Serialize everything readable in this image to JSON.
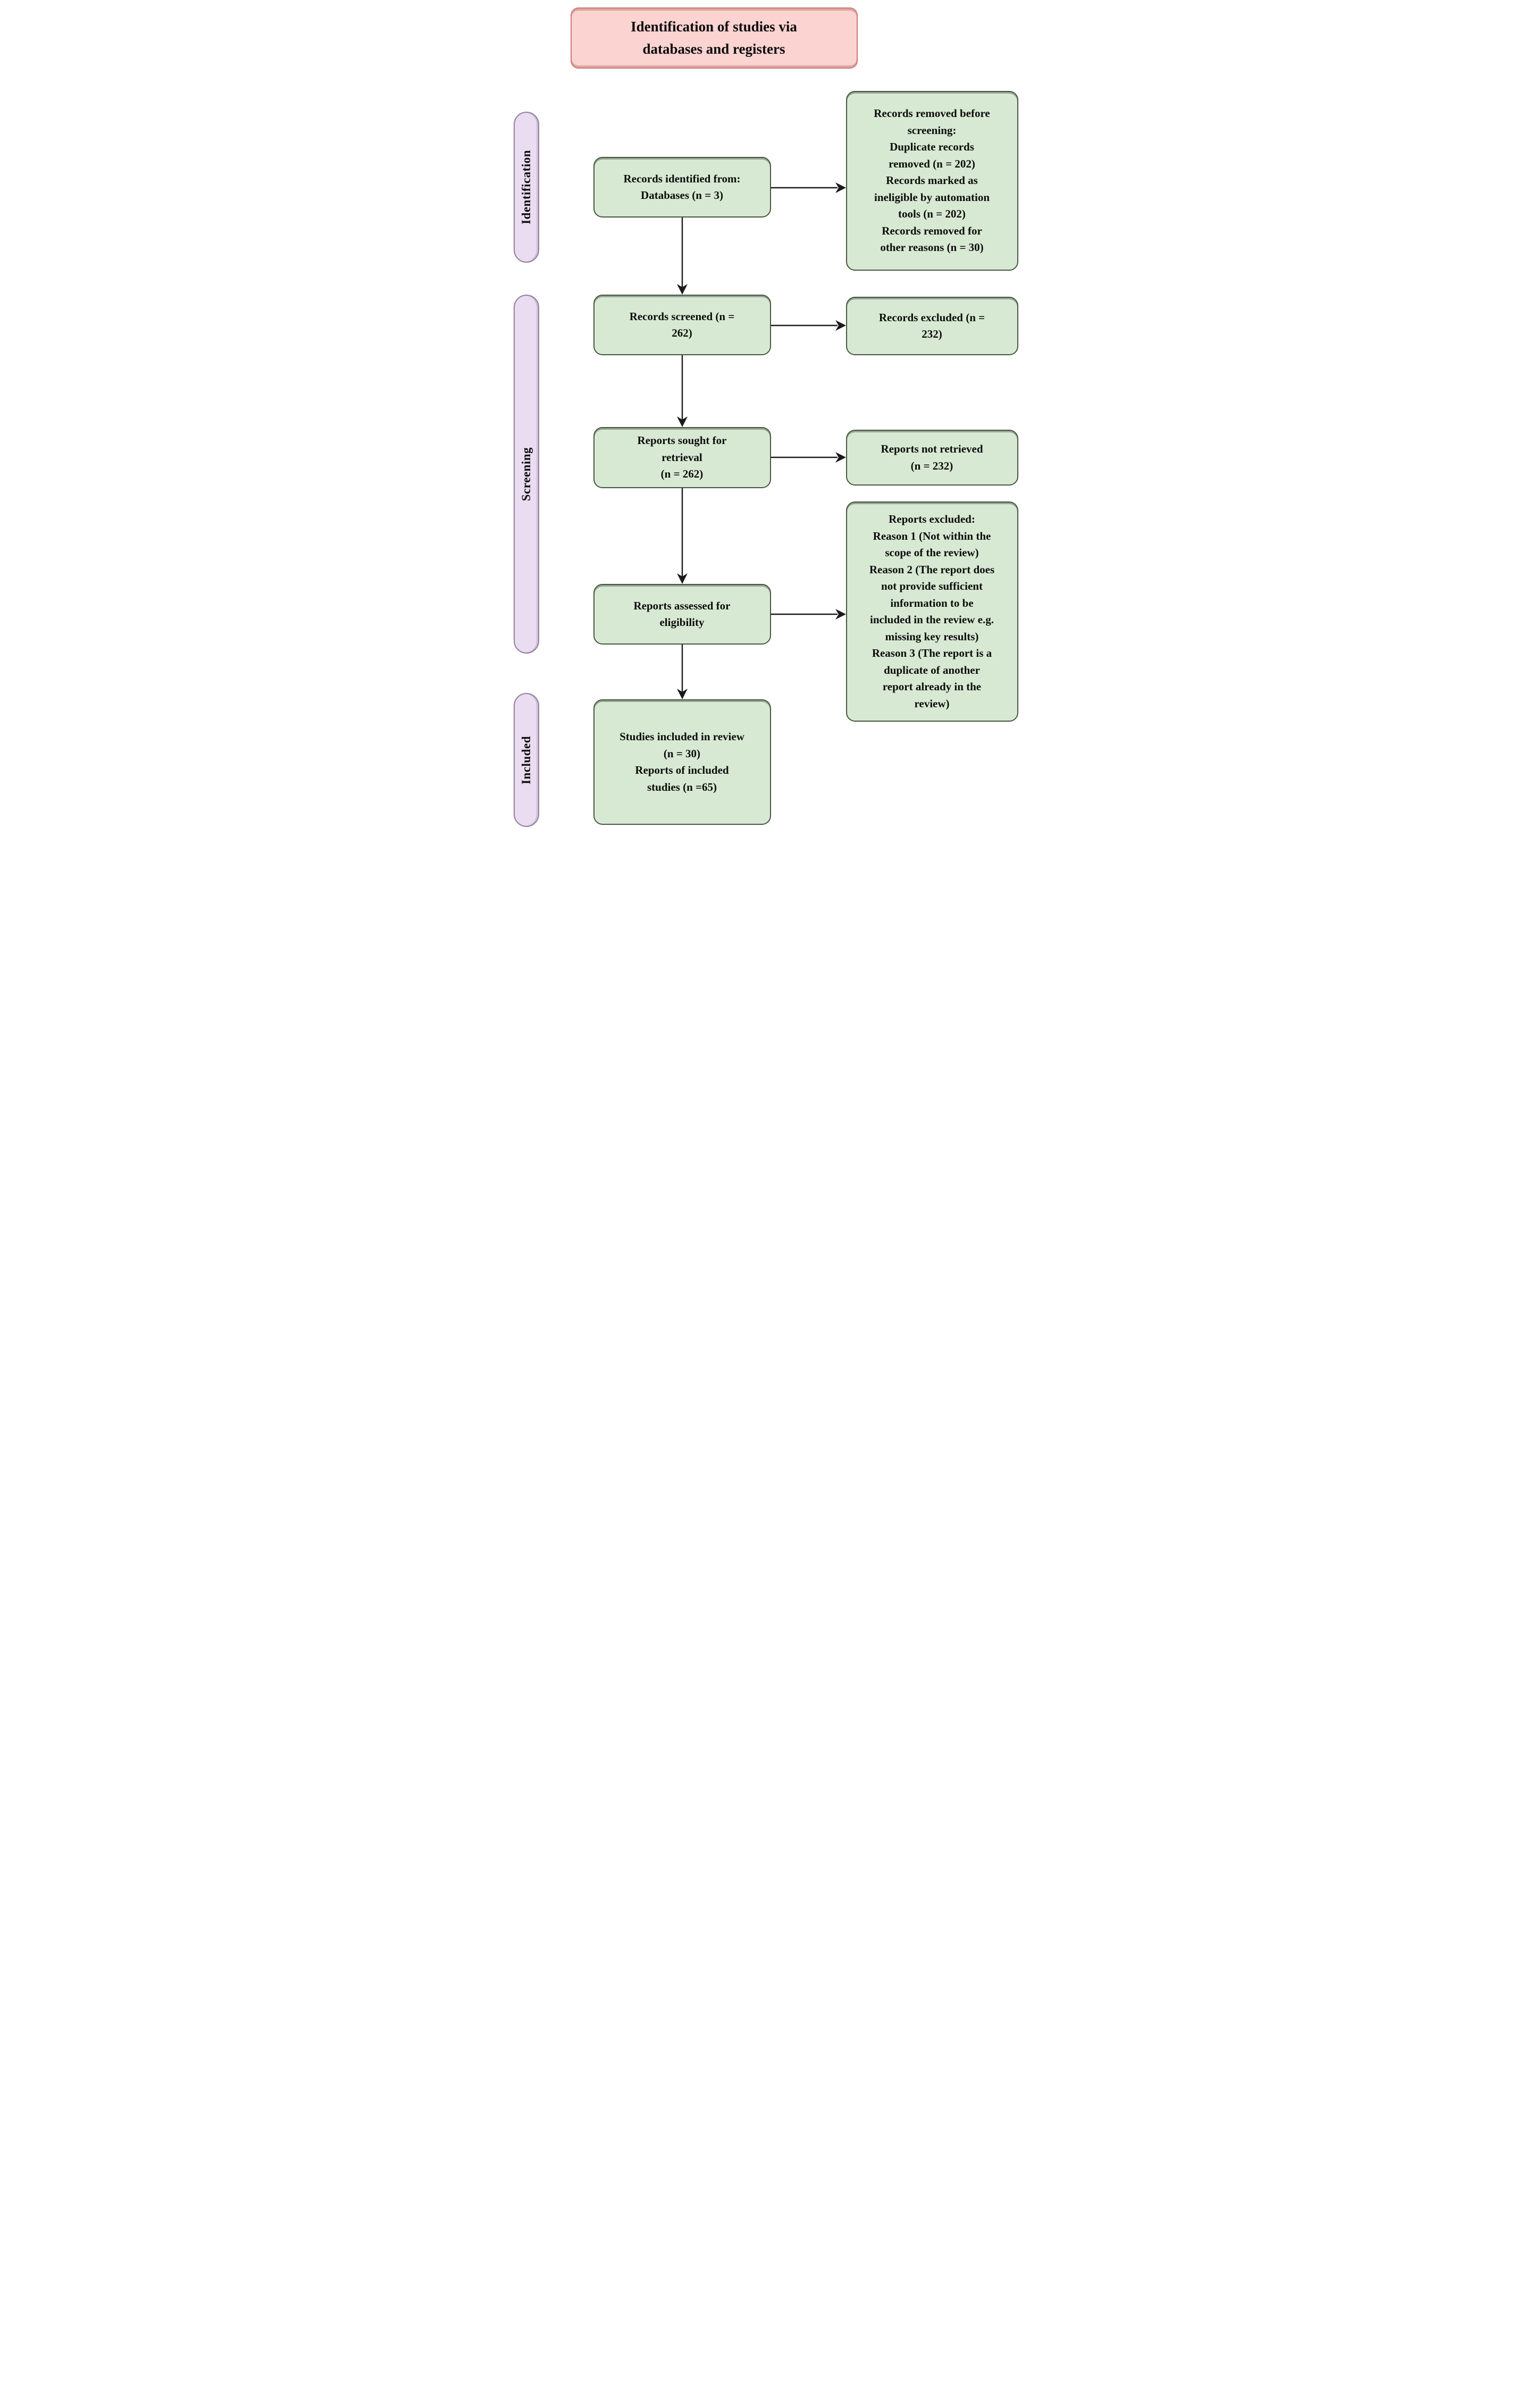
{
  "title": {
    "text": "Identification of studies via\ndatabases and registers"
  },
  "sidebar": [
    {
      "label": "Identification"
    },
    {
      "label": "Screening"
    },
    {
      "label": "Included"
    }
  ],
  "main_boxes": [
    {
      "text": "Records identified from:\nDatabases (n = 3)"
    },
    {
      "text": "Records screened (n =\n262)"
    },
    {
      "text": "Reports sought for\nretrieval\n(n = 262)"
    },
    {
      "text": "Reports assessed for\neligibility"
    },
    {
      "text": "Studies included in review\n(n = 30)\nReports of included\nstudies (n =65)"
    }
  ],
  "side_boxes": [
    {
      "text": "Records removed before\nscreening:\nDuplicate records\nremoved (n = 202)\nRecords marked as\nineligible by automation\ntools (n = 202)\nRecords removed for\nother reasons (n = 30)"
    },
    {
      "text": "Records excluded (n =\n232)"
    },
    {
      "text": "Reports not retrieved\n(n = 232)"
    },
    {
      "text": "Reports excluded:\nReason 1 (Not within the\nscope of the review)\nReason 2 (The report does\nnot provide sufficient\ninformation to be\nincluded in the review e.g.\nmissing key results)\nReason 3 (The report is a\nduplicate of another\nreport already in the\nreview)"
    }
  ],
  "colors": {
    "green_fill": "#D8E9D3",
    "green_border": "#47553F",
    "pill_fill": "#EADCF1",
    "pill_border": "#95809F",
    "title_fill": "#FBD3D1",
    "title_border": "#C97A72",
    "arrow": "#1a1a1a",
    "text": "#0b0b0b",
    "bg": "#ffffff"
  }
}
